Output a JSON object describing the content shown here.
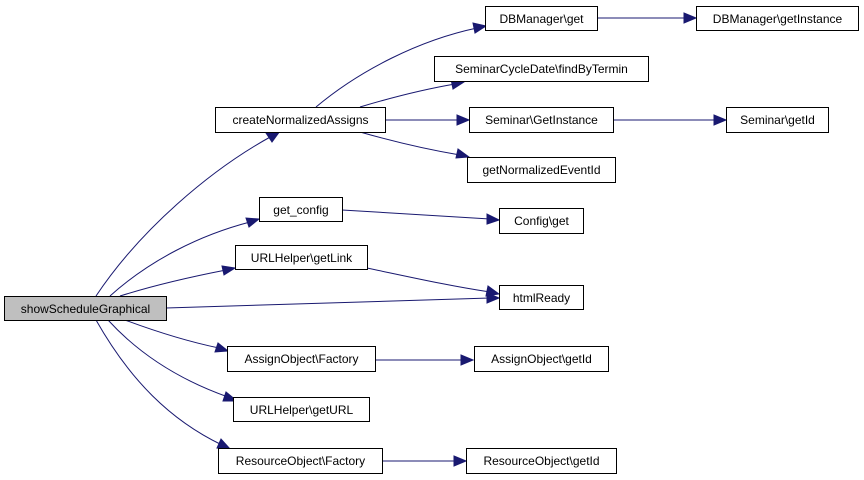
{
  "graph": {
    "edge_color": "#191970",
    "root_fill": "#bfbfbf",
    "nodes": [
      {
        "id": "root",
        "label": "showScheduleGraphical"
      },
      {
        "id": "cna",
        "label": "createNormalizedAssigns"
      },
      {
        "id": "dbg",
        "label": "DBManager\\get"
      },
      {
        "id": "dbi",
        "label": "DBManager\\getInstance"
      },
      {
        "id": "scd",
        "label": "SeminarCycleDate\\findByTermin"
      },
      {
        "id": "sgi",
        "label": "Seminar\\GetInstance"
      },
      {
        "id": "sid",
        "label": "Seminar\\getId"
      },
      {
        "id": "gne",
        "label": "getNormalizedEventId"
      },
      {
        "id": "gcf",
        "label": "get_config"
      },
      {
        "id": "cfg",
        "label": "Config\\get"
      },
      {
        "id": "ugl",
        "label": "URLHelper\\getLink"
      },
      {
        "id": "htm",
        "label": "htmlReady"
      },
      {
        "id": "aof",
        "label": "AssignObject\\Factory"
      },
      {
        "id": "aoi",
        "label": "AssignObject\\getId"
      },
      {
        "id": "ugu",
        "label": "URLHelper\\getURL"
      },
      {
        "id": "rof",
        "label": "ResourceObject\\Factory"
      },
      {
        "id": "roi",
        "label": "ResourceObject\\getId"
      }
    ]
  }
}
